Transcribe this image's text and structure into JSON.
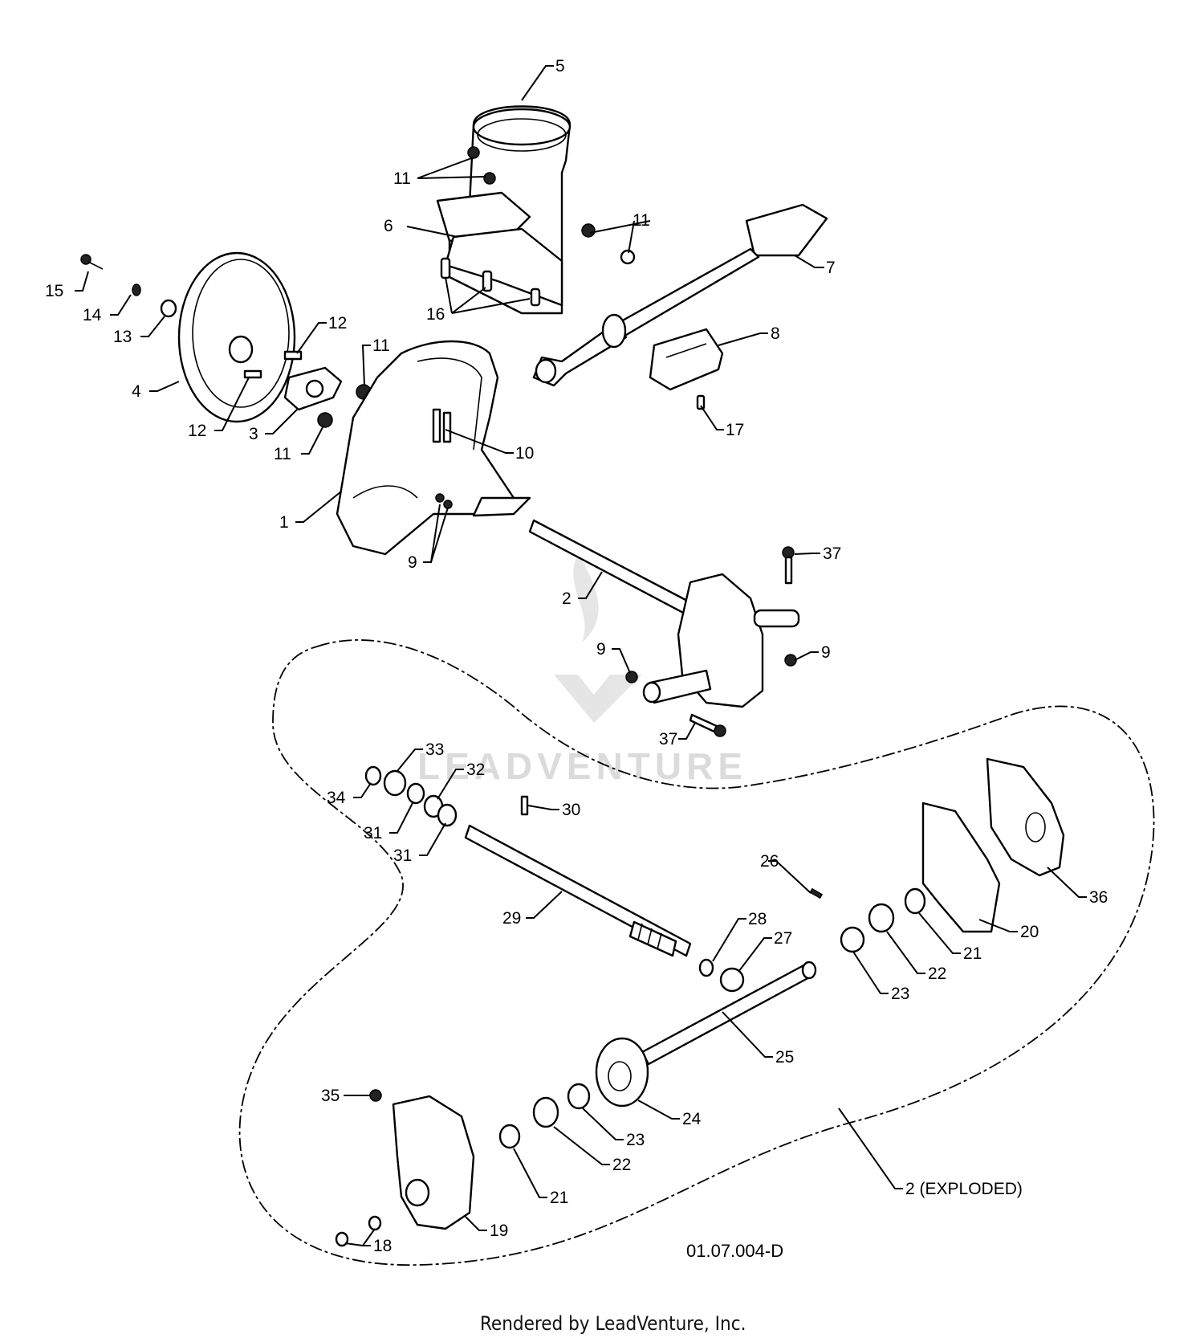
{
  "diagram_id": "01.07.004-D",
  "footer": "Rendered by LeadVenture, Inc.",
  "watermark": "LEADVENTURE",
  "callouts": {
    "c1": "1",
    "c2": "2",
    "c3": "3",
    "c4": "4",
    "c5": "5",
    "c6": "6",
    "c7": "7",
    "c8": "8",
    "c9a": "9",
    "c9b": "9",
    "c9c": "9",
    "c10": "10",
    "c11a": "11",
    "c11b": "11",
    "c11c": "11",
    "c11d": "11",
    "c12a": "12",
    "c12b": "12",
    "c13": "13",
    "c14": "14",
    "c15": "15",
    "c16": "16",
    "c17": "17",
    "c18": "18",
    "c19": "19",
    "c20": "20",
    "c21a": "21",
    "c21b": "21",
    "c22a": "22",
    "c22b": "22",
    "c23a": "23",
    "c23b": "23",
    "c24": "24",
    "c25": "25",
    "c26": "26",
    "c27": "27",
    "c28": "28",
    "c29": "29",
    "c30": "30",
    "c31a": "31",
    "c31b": "31",
    "c32": "32",
    "c33": "33",
    "c34": "34",
    "c35": "35",
    "c36": "36",
    "c37a": "37",
    "c37b": "37",
    "c2x": "2 (EXPLODED)"
  }
}
